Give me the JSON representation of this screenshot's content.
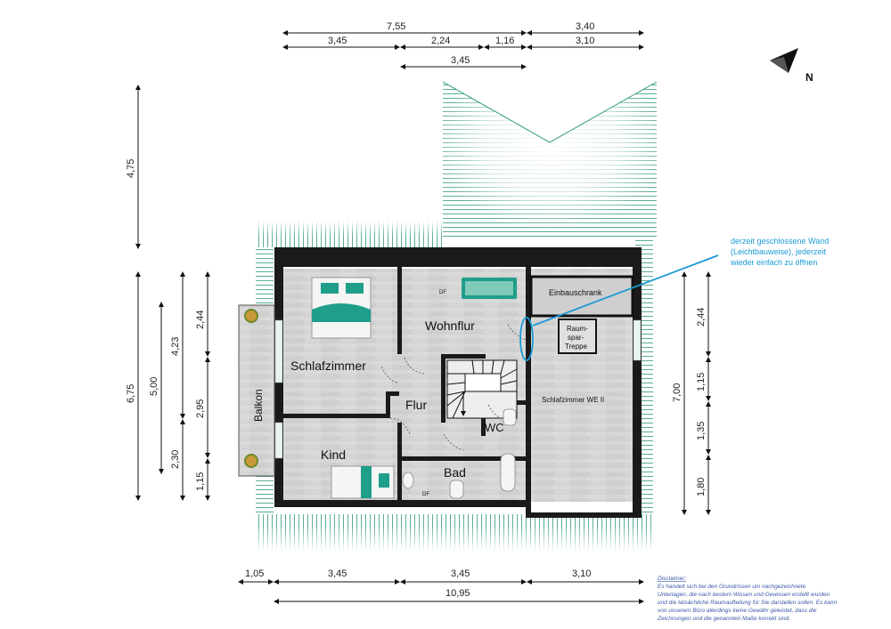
{
  "compass": {
    "label": "N"
  },
  "rooms": {
    "schlafzimmer": "Schlafzimmer",
    "wohnflur": "Wohnflur",
    "flur": "Flur",
    "kind": "Kind",
    "bad": "Bad",
    "wc": "WC",
    "balkon": "Balkon",
    "einbauschrank": "Einbauschrank",
    "raumspar_1": "Raum-",
    "raumspar_2": "spar-",
    "raumspar_3": "Treppe",
    "schlafzimmer_we2": "Schlafzimmer WE II",
    "df_wohnflur": "DF",
    "df_bad": "DF"
  },
  "annotation": {
    "line1": "derzeit geschlossene Wand",
    "line2": "(Leichtbauweise), jederzeit",
    "line3": "wieder einfach zu öffnen"
  },
  "dimensions": {
    "top_total": "7,55",
    "top_right": "3,40",
    "top_a": "3,45",
    "top_b": "2,24",
    "top_c": "1,16",
    "top_d": "3,10",
    "top_stair": "3,45",
    "left_roof": "4,75",
    "left_total": "6,75",
    "left_5": "5,00",
    "left_423": "4,23",
    "left_244": "2,44",
    "left_295": "2,95",
    "left_230": "2,30",
    "left_115": "1,15",
    "right_total": "7,00",
    "right_244": "2,44",
    "right_115": "1,15",
    "right_135": "1,35",
    "right_180": "1,80",
    "bottom_105": "1,05",
    "bottom_a": "3,45",
    "bottom_b": "3,45",
    "bottom_c": "3,10",
    "bottom_total": "10,95"
  },
  "disclaimer": {
    "title": "Disclaimer:",
    "line1": "Es handelt sich bei den Grundrissen um nachgezeichnete",
    "line2": "Unterlagen, die nach bestem Wissen und Gewissen erstellt wurden",
    "line3": "und die tatsächliche Raumaufteilung für Sie darstellen sollen. Es kann",
    "line4": "von unserem Büro allerdings keine Gewähr geleistet, dass die",
    "line5": "Zeichnungen und die genannten Maße korrekt sind."
  },
  "colors": {
    "accent": "#1a9ad6",
    "furniture": "#1f9e8a",
    "wall": "#1a1a1a",
    "floor": "#d4d4d4"
  }
}
